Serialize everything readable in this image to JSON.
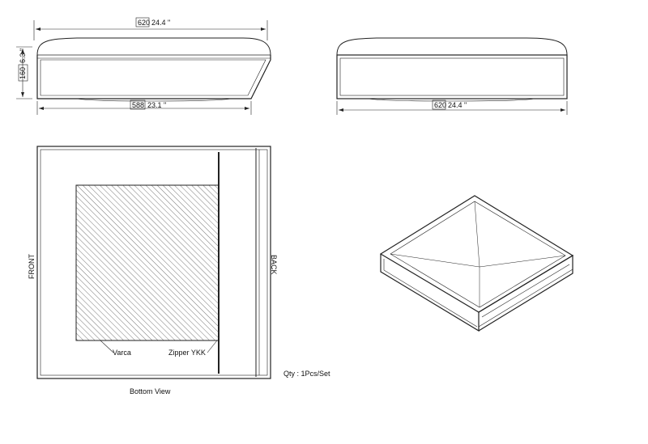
{
  "drawing": {
    "front_view": {
      "width_mm": "620",
      "width_in": "24.4 \"",
      "height_mm": "160",
      "height_in": "6.3 \"",
      "base_mm": "588",
      "base_in": "23.1 \""
    },
    "side_view": {
      "width_mm": "620",
      "width_in": "24.4 \""
    },
    "bottom_view": {
      "front_label": "FRONT",
      "back_label": "BACK",
      "fabric_label": "Varca",
      "zipper_label": "Zipper YKK",
      "caption": "Bottom View"
    },
    "quantity": "Qty : 1Pcs/Set",
    "colors": {
      "line": "#222222",
      "hatch": "#555555",
      "background": "#ffffff"
    }
  }
}
